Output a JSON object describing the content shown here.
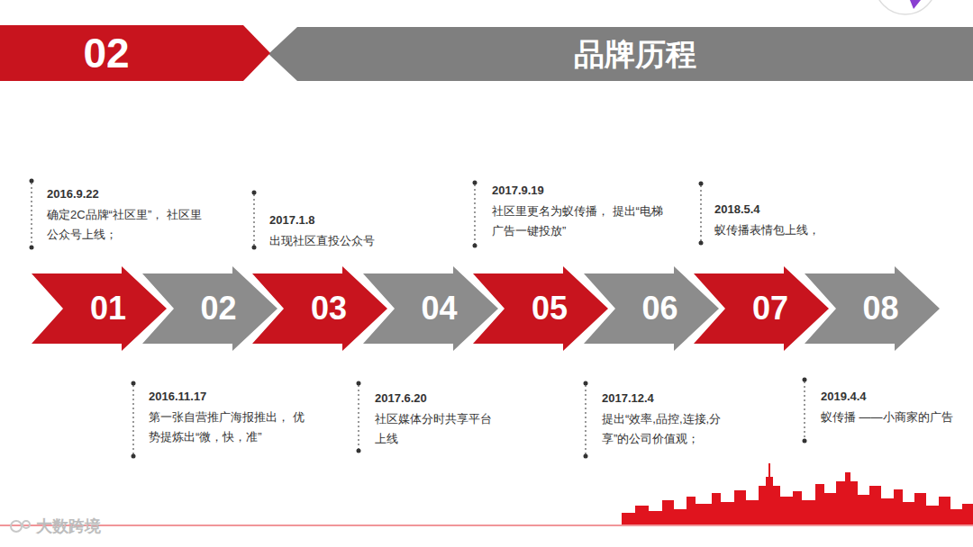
{
  "diagram": {
    "title": "品牌历程",
    "nodes": [
      {
        "text": [
          "02"
        ]
      },
      {
        "text": [
          "01"
        ]
      },
      {
        "text": [
          "02"
        ]
      },
      {
        "text": [
          "03"
        ]
      },
      {
        "text": [
          "04"
        ]
      },
      {
        "text": [
          "05"
        ]
      },
      {
        "text": [
          "06"
        ]
      },
      {
        "text": [
          "07"
        ]
      },
      {
        "text": [
          "08"
        ]
      }
    ],
    "labels": [
      "2016.9.22",
      "确定2C品牌“社区里”， 社区里公众号上线；",
      "2016.11.17",
      "第一张自营推广海报推出， 优势提炼出“微，快，准”",
      "2017.1.8",
      "出现社区直投公众号",
      "2017.6.20",
      "社区媒体分时共享平台 上线",
      "2017.9.19",
      "社区里更名为蚁传播， 提出“电梯广告一键投放”",
      "2017.12.4",
      "提出“效率,品控,连接,分享”的公司价值观；",
      "2018.5.4",
      "蚁传播表情包上线，",
      "2019.4.4",
      "蚁传播 ——小商家的广告",
      "大数跨境"
    ]
  }
}
